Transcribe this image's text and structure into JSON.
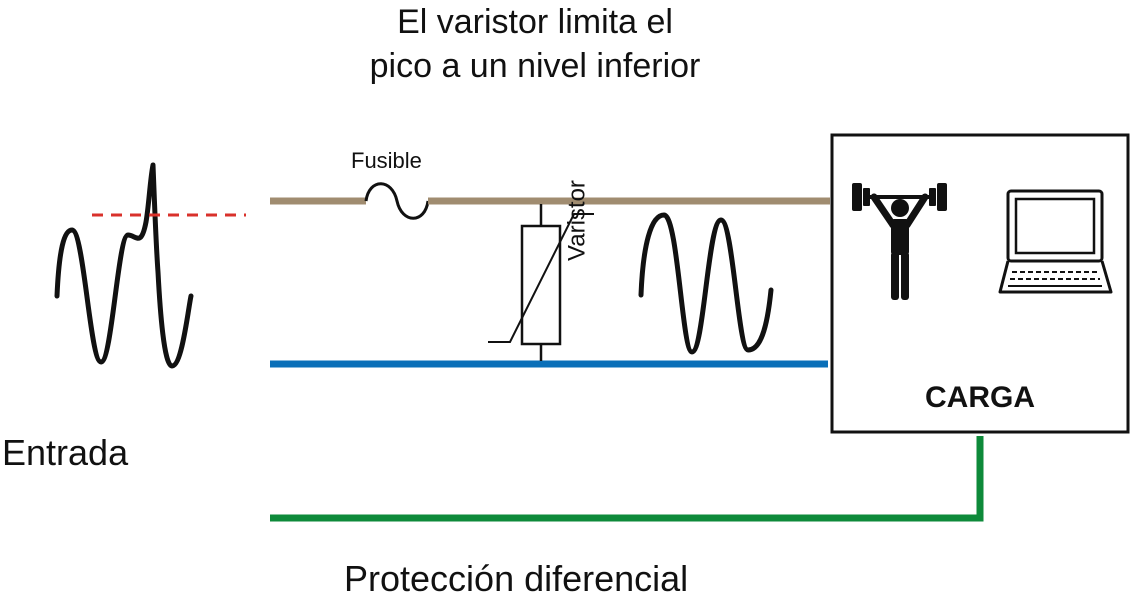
{
  "title": {
    "line1": "El varistor limita el",
    "line2": "pico a un nivel inferior"
  },
  "labels": {
    "entrada": "Entrada",
    "fusible": "Fusible",
    "varistor": "Varistor",
    "carga": "CARGA",
    "proteccion": "Protección diferencial"
  },
  "colors": {
    "phase_line": "#a08c70",
    "neutral_line": "#0a6fb8",
    "earth_line": "#0e8a3a",
    "peak_threshold": "#d9312b",
    "wave": "#111111"
  },
  "icons": [
    "weightlifter-icon",
    "laptop-icon"
  ]
}
